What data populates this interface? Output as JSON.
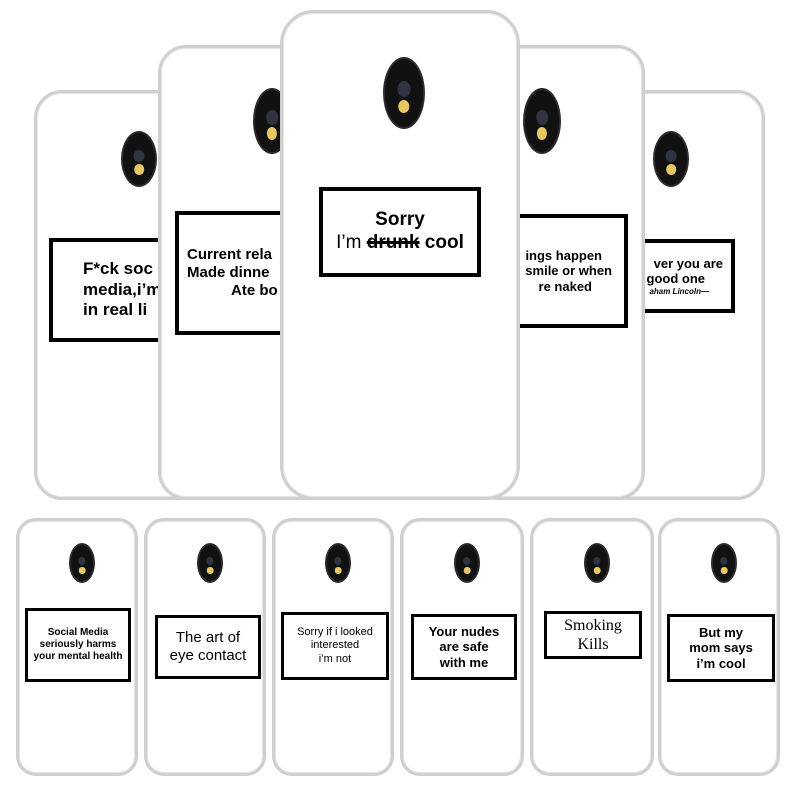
{
  "top_row": {
    "phone_1": {
      "lines": [
        "F*ck soc",
        "media,i’m",
        "in real li"
      ]
    },
    "phone_2": {
      "lines": [
        "Current rela",
        "Made dinne",
        "Ate bo"
      ]
    },
    "phone_3": {
      "line1": "Sorry",
      "line2_prefix": "I’m",
      "line2_strike": "drunk",
      "line2_suffix": "cool"
    },
    "phone_4": {
      "lines": [
        "ings happen",
        "smile or when",
        "re naked"
      ]
    },
    "phone_5": {
      "lines": [
        "ver you are",
        "good one",
        "aham Lincoln—"
      ]
    }
  },
  "bottom_row": [
    {
      "lines": [
        "Social Media",
        "seriously harms",
        "your mental health"
      ]
    },
    {
      "lines": [
        "The art of",
        "eye contact"
      ]
    },
    {
      "lines": [
        "Sorry if i looked",
        "interested",
        "i’m not"
      ]
    },
    {
      "lines": [
        "Your nudes",
        "are safe",
        "with me"
      ]
    },
    {
      "lines": [
        "Smoking",
        "Kills"
      ]
    },
    {
      "lines": [
        "But my",
        "mom says",
        "i’m cool"
      ]
    }
  ]
}
